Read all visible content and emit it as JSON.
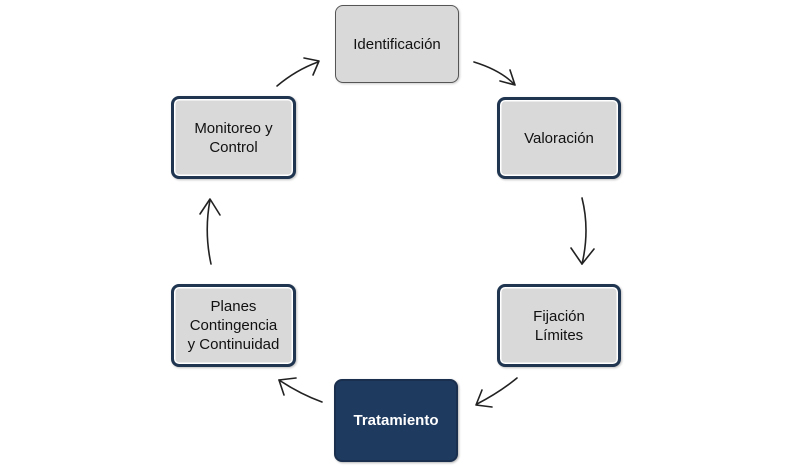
{
  "diagram": {
    "steps": [
      {
        "id": "identificacion",
        "label": "Identificación",
        "style": "neutral"
      },
      {
        "id": "valoracion",
        "label": "Valoración",
        "style": "outlined"
      },
      {
        "id": "fijacion-limites",
        "label": "Fijación\nLímites",
        "style": "outlined"
      },
      {
        "id": "tratamiento",
        "label": "Tratamiento",
        "style": "active"
      },
      {
        "id": "planes",
        "label": "Planes\nContingencia\ny Continuidad",
        "style": "outlined"
      },
      {
        "id": "monitoreo",
        "label": "Monitoreo y\nControl",
        "style": "outlined"
      }
    ],
    "colors": {
      "box_fill": "#d9d9d9",
      "box_border": "#1f3550",
      "active_fill": "#1f3a5f",
      "active_text": "#ffffff",
      "arrow": "#222222"
    }
  }
}
